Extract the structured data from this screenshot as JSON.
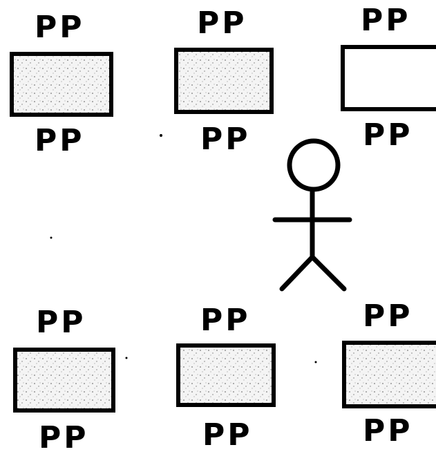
{
  "diagram": {
    "label_text": "PP",
    "colors": {
      "ink": "#000000",
      "paper": "#ffffff",
      "tint": "#ececec"
    },
    "tables": [
      {
        "id": "t1",
        "label_top": "PP",
        "label_bottom": "PP",
        "shaded": true
      },
      {
        "id": "t2",
        "label_top": "PP",
        "label_bottom": "PP",
        "shaded": true
      },
      {
        "id": "t3",
        "label_top": "PP",
        "label_bottom": "PP",
        "shaded": false
      },
      {
        "id": "t4",
        "label_top": "PP",
        "label_bottom": "PP",
        "shaded": true
      },
      {
        "id": "t5",
        "label_top": "PP",
        "label_bottom": "PP",
        "shaded": true
      },
      {
        "id": "t6",
        "label_top": "PP",
        "label_bottom": "PP",
        "shaded": true
      }
    ],
    "figure": {
      "name": "stick-figure"
    }
  }
}
